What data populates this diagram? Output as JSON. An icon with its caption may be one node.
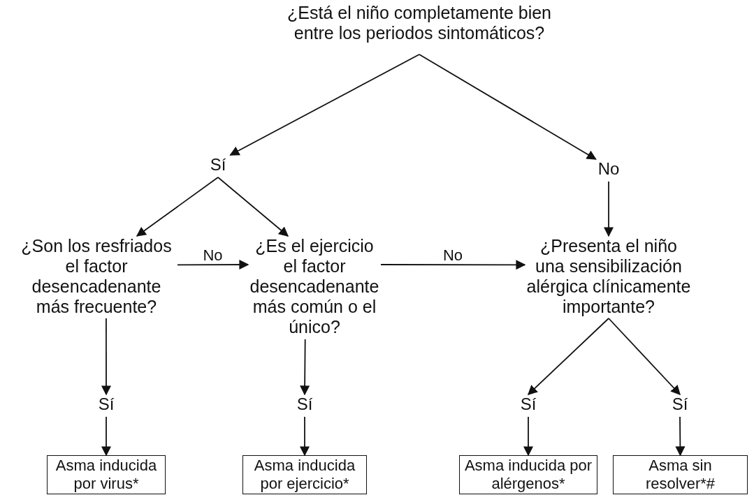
{
  "diagram": {
    "nodes": [
      {
        "text": [
          "¿Está el niño completamente bien entre los periodos sintomáticos?"
        ]
      },
      {
        "text": [
          "Sí"
        ]
      },
      {
        "text": [
          "No"
        ]
      },
      {
        "text": [
          "¿Son los resfriados el factor desencadenante más frecuente?"
        ]
      },
      {
        "text": [
          "¿Es el ejercicio el factor desencadenante más común o el único?"
        ]
      },
      {
        "text": [
          "¿Presenta el niño una sensibilización alérgica clínicamente importante?"
        ]
      },
      {
        "text": [
          "Sí"
        ]
      },
      {
        "text": [
          "Sí"
        ]
      },
      {
        "text": [
          "Sí"
        ]
      },
      {
        "text": [
          "Sí"
        ]
      },
      {
        "text": [
          "Asma inducida por virus*"
        ]
      },
      {
        "text": [
          "Asma inducida por ejercicio*"
        ]
      },
      {
        "text": [
          "Asma inducida por alérgenos*"
        ]
      },
      {
        "text": [
          "Asma sin resolver*#"
        ]
      }
    ],
    "edges": [
      {
        "from": 0,
        "to": 1,
        "arrow": "to"
      },
      {
        "from": 0,
        "to": 2,
        "arrow": "to"
      },
      {
        "from": 1,
        "to": 3,
        "arrow": "to"
      },
      {
        "from": 1,
        "to": 4,
        "arrow": "to"
      },
      {
        "from": 3,
        "to": 4,
        "arrow": "to",
        "label": "No"
      },
      {
        "from": 4,
        "to": 5,
        "arrow": "to",
        "label": "No"
      },
      {
        "from": 2,
        "to": 5,
        "arrow": "to"
      },
      {
        "from": 3,
        "to": 6,
        "arrow": "to"
      },
      {
        "from": 4,
        "to": 7,
        "arrow": "to"
      },
      {
        "from": 5,
        "to": 8,
        "arrow": "to"
      },
      {
        "from": 5,
        "to": 9,
        "arrow": "to"
      },
      {
        "from": 6,
        "to": 10,
        "arrow": "to"
      },
      {
        "from": 7,
        "to": 11,
        "arrow": "to"
      },
      {
        "from": 8,
        "to": 12,
        "arrow": "to"
      },
      {
        "from": 9,
        "to": 13,
        "arrow": "to"
      }
    ]
  }
}
